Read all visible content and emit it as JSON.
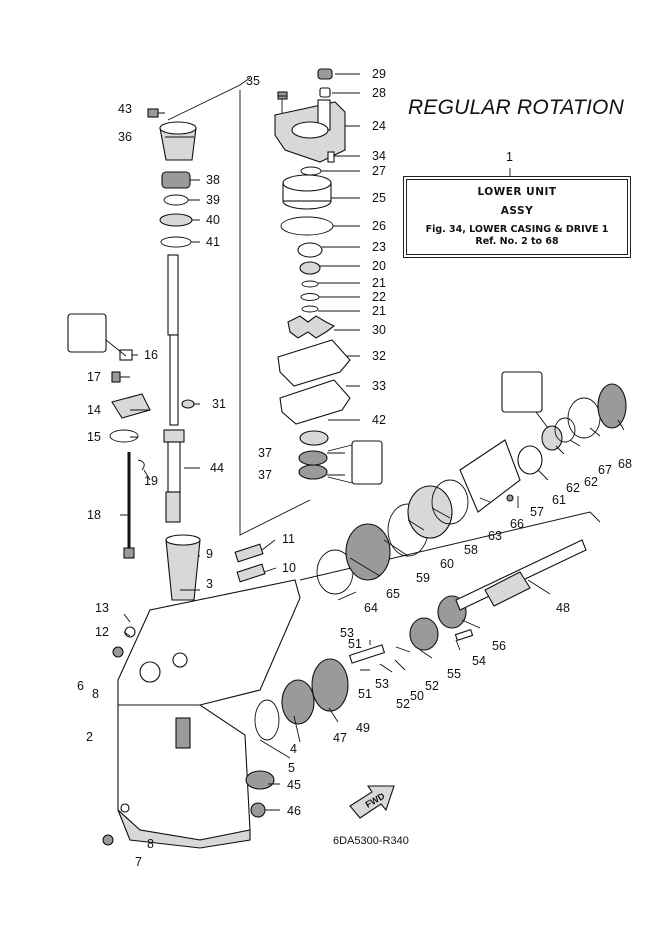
{
  "title": "REGULAR ROTATION",
  "assembly": {
    "callout": "1",
    "line1": "LOWER UNIT",
    "line2": "ASSY",
    "line3": "Fig. 34, LOWER CASING & DRIVE 1",
    "line4": "Ref. No. 2 to 68"
  },
  "diagram_code": "6DA5300-R340",
  "fwd_label": "FWD",
  "callouts": [
    "29",
    "28",
    "35",
    "24",
    "34",
    "27",
    "25",
    "26",
    "23",
    "20",
    "21",
    "22",
    "21",
    "30",
    "32",
    "33",
    "42",
    "37",
    "37",
    "43",
    "36",
    "38",
    "39",
    "40",
    "41",
    "16",
    "17",
    "14",
    "15",
    "31",
    "44",
    "19",
    "18",
    "11",
    "10",
    "9",
    "3",
    "13",
    "12",
    "6",
    "8",
    "2",
    "7",
    "8",
    "5",
    "45",
    "46",
    "4",
    "47",
    "49",
    "51",
    "53",
    "52",
    "50",
    "53",
    "51",
    "52",
    "55",
    "54",
    "56",
    "48",
    "64",
    "65",
    "59",
    "60",
    "58",
    "63",
    "66",
    "57",
    "61",
    "62",
    "62",
    "67",
    "68"
  ]
}
